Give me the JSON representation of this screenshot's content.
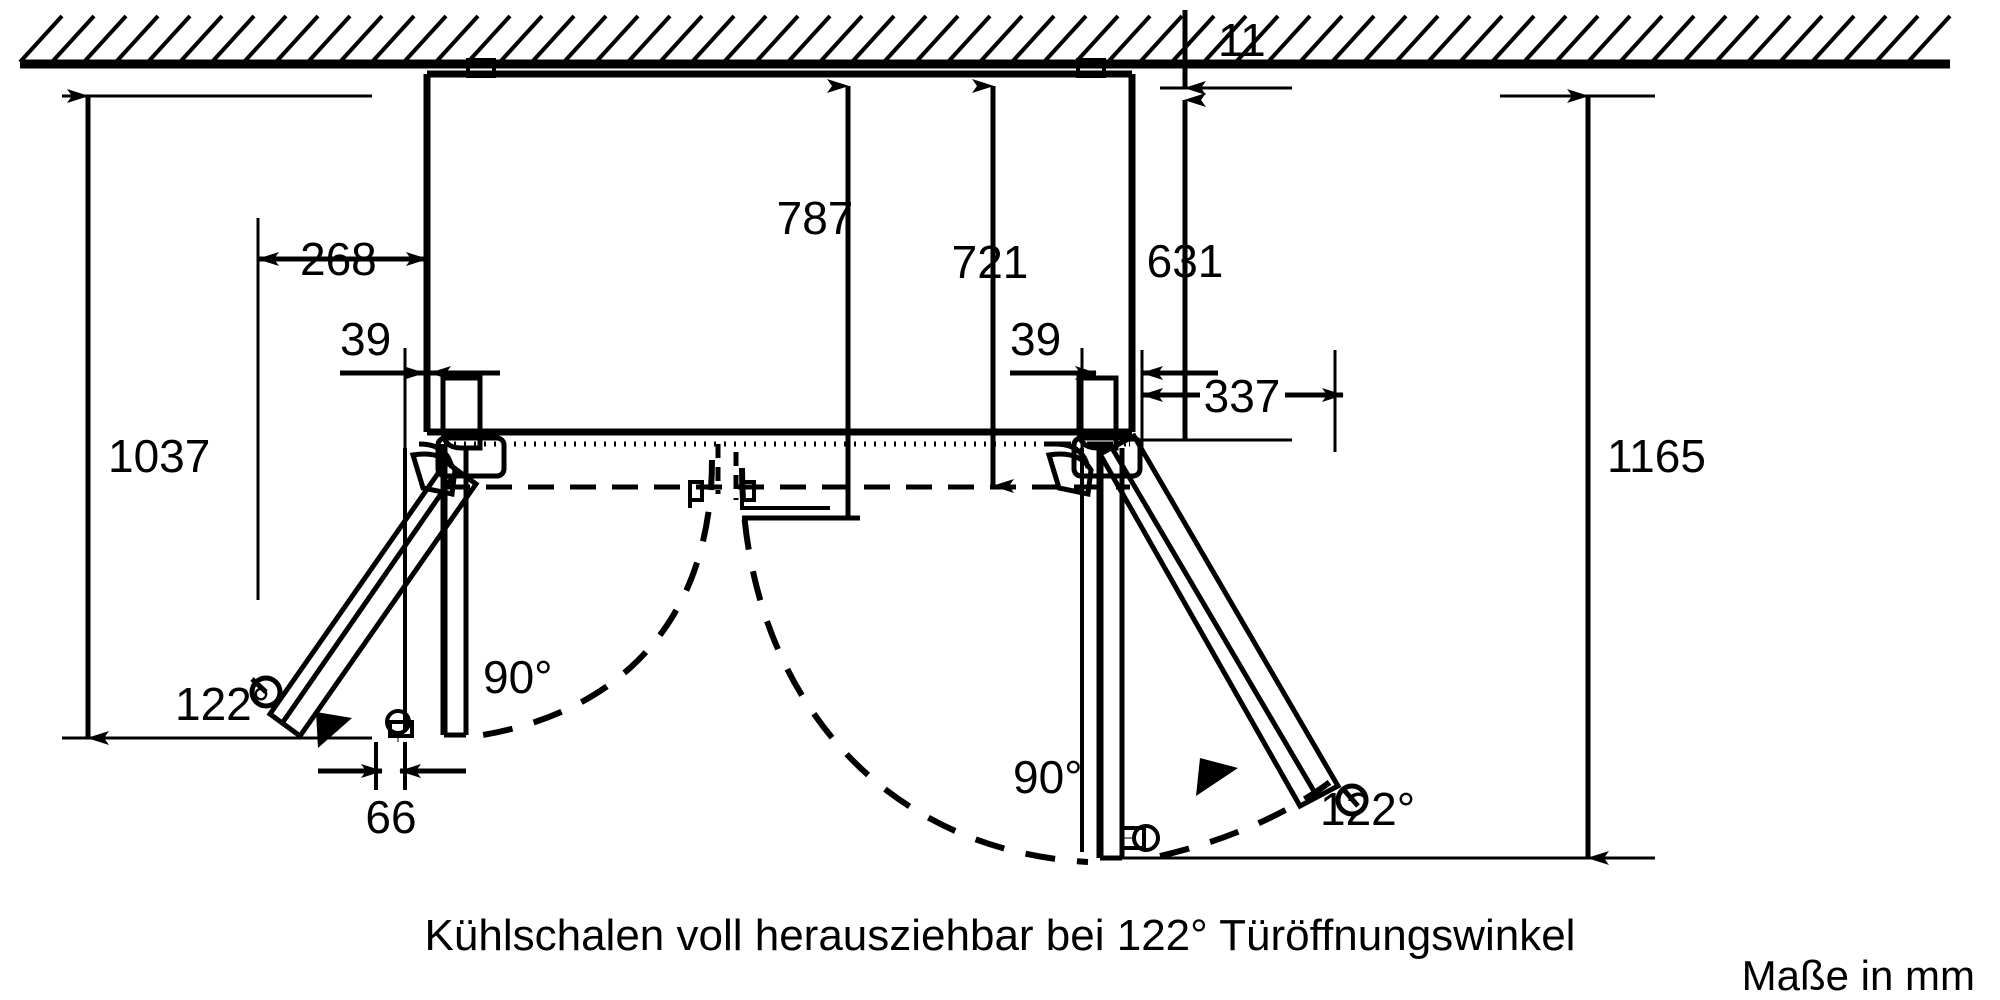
{
  "drawing": {
    "title": "Kuehlschrank Tuerschwenkbereich Draufsicht",
    "units_note": "Maße in mm",
    "caption": "Kühlschalen voll herausziehbar bei 122° Türöffnungswinkel",
    "stroke_color": "#000000",
    "background_color": "#ffffff"
  },
  "dimensions": {
    "wall_gap": "11",
    "height_left_total": "1037",
    "height_right_total": "1165",
    "depth_268": "268",
    "depth_787": "787",
    "depth_721": "721",
    "depth_631": "631",
    "offset_left_39": "39",
    "offset_right_39": "39",
    "depth_337": "337",
    "width_66": "66"
  },
  "angles": {
    "left_small": "90°",
    "left_large": "122°",
    "right_small": "90°",
    "right_large": "122°"
  },
  "labels": {
    "dim_11": "11",
    "dim_1037": "1037",
    "dim_1165": "1165",
    "dim_268": "268",
    "dim_787": "787",
    "dim_721": "721",
    "dim_631": "631",
    "dim_39_left": "39",
    "dim_39_right": "39",
    "dim_337": "337",
    "dim_66": "66",
    "ang_122_left": "122°",
    "ang_90_left": "90°",
    "ang_90_right": "90°",
    "ang_122_right": "122°",
    "caption": "Kühlschalen voll herausziehbar bei 122° Türöffnungswinkel",
    "units": "Maße in mm"
  }
}
